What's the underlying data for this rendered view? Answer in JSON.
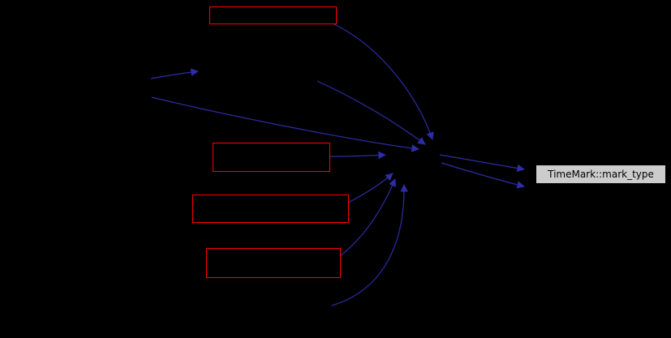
{
  "diagram": {
    "type": "call-graph",
    "current_node": {
      "label": "TimeMark::mark_type"
    },
    "red_nodes": [
      {
        "id": "node-top"
      },
      {
        "id": "node-middle"
      },
      {
        "id": "node-lower-mid"
      },
      {
        "id": "node-bottom"
      }
    ],
    "edge_count": 10
  },
  "colors": {
    "bg": "#000000",
    "node-border": "#ff0000",
    "edge": "#2d2da5",
    "highlight-bg": "#cccccc",
    "highlight-border": "#000000",
    "highlight-text": "#000000"
  }
}
